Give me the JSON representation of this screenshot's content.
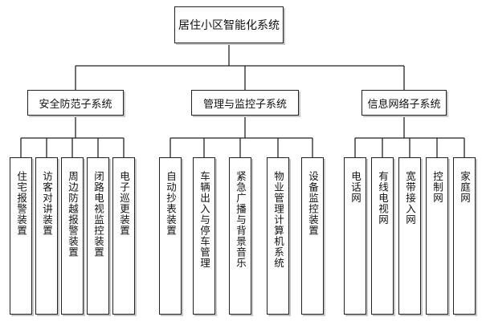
{
  "root": {
    "label": "居住小区智能化系统"
  },
  "subsystems": [
    {
      "label": "安全防范子系统",
      "children": [
        "住宅报警装置",
        "访客对讲装置",
        "周边防越报警装置",
        "闭路电视监控装置",
        "电子巡更装置"
      ]
    },
    {
      "label": "管理与监控子系统",
      "children": [
        "自动抄表装置",
        "车辆出入与停车管理",
        "紧急广播与背景音乐",
        "物业管理计算机系统",
        "设备监控装置"
      ]
    },
    {
      "label": "信息网络子系统",
      "children": [
        "电话网",
        "有线电视网",
        "宽带接入网",
        "控制网",
        "家庭网"
      ]
    }
  ],
  "style": {
    "line_color": "#222222",
    "border_color": "#222222",
    "shadow_color": "#c8c8c8"
  }
}
